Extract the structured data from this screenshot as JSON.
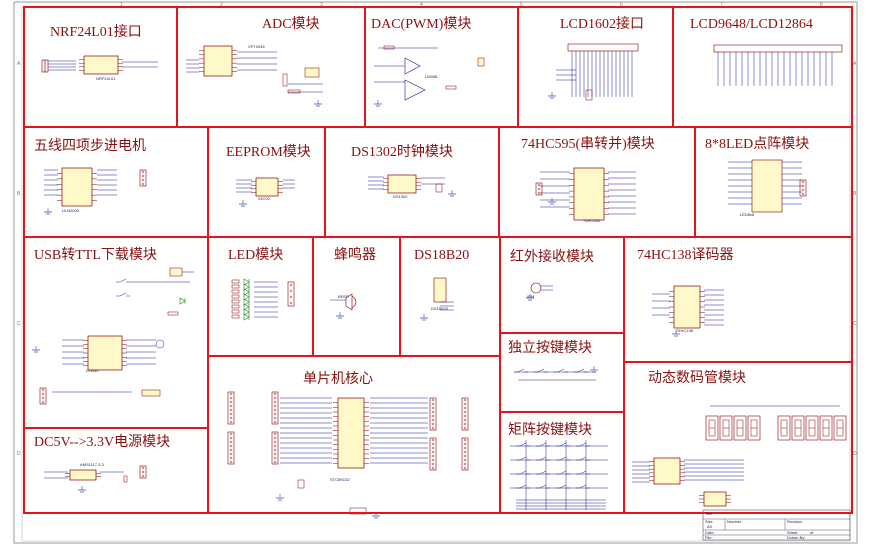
{
  "colors": {
    "frame": "#e4141c",
    "wire": "#1b1b9a",
    "part": "#8b0000",
    "body_fill": "#fff8c8",
    "led": "#1e8a2a",
    "text": "#1a1a60"
  },
  "modules": [
    {
      "id": "nrf",
      "title": "NRF24L01接口"
    },
    {
      "id": "adc",
      "title": "ADC模块"
    },
    {
      "id": "dac",
      "title": "DAC(PWM)模块"
    },
    {
      "id": "lcd1602",
      "title": "LCD1602接口"
    },
    {
      "id": "lcd9648",
      "title": "LCD9648/LCD12864"
    },
    {
      "id": "stepper",
      "title": "五线四项步进电机"
    },
    {
      "id": "eeprom",
      "title": "EEPROM模块"
    },
    {
      "id": "ds1302",
      "title": "DS1302时钟模块"
    },
    {
      "id": "hc595",
      "title": "74HC595(串转并)模块"
    },
    {
      "id": "ledmatrix",
      "title": "8*8LED点阵模块"
    },
    {
      "id": "usbttl",
      "title": "USB转TTL下载模块"
    },
    {
      "id": "led",
      "title": "LED模块"
    },
    {
      "id": "buzzer",
      "title": "蜂鸣器"
    },
    {
      "id": "ds18b20",
      "title": "DS18B20"
    },
    {
      "id": "ir",
      "title": "红外接收模块"
    },
    {
      "id": "hc138",
      "title": "74HC138译码器"
    },
    {
      "id": "keys",
      "title": "独立按键模块"
    },
    {
      "id": "mcu",
      "title": "单片机核心"
    },
    {
      "id": "matrixkey",
      "title": "矩阵按键模块"
    },
    {
      "id": "seg",
      "title": "动态数码管模块"
    },
    {
      "id": "power",
      "title": "DC5V-->3.3V电源模块"
    }
  ],
  "margin": {
    "top": [
      "1",
      "2",
      "3",
      "4",
      "5",
      "6",
      "7",
      "8"
    ],
    "side": [
      "A",
      "B",
      "C",
      "D"
    ]
  },
  "title_block": {
    "title_label": "Title",
    "size_label": "Size",
    "size_value": "A3",
    "number_label": "Number",
    "revision_label": "Revision",
    "date_label": "Date:",
    "file_label": "File:",
    "sheet_label": "Sheet",
    "of_label": "of",
    "drawn_label": "Drawn By:"
  },
  "parts": {
    "nrf": "NRF24L01",
    "adc": "XPT2046",
    "dac": "LM358",
    "ds1302": "DS1302",
    "eeprom": "24C02",
    "hc595": "74HC595",
    "hc138": "74HC138",
    "usb": "CH340",
    "mcu": "STC89C52",
    "power": "AMS1117-3.3",
    "stepper": "ULN2003",
    "ds18b20": "DS18B20",
    "ir": "IRM",
    "buzzer": "BEEP",
    "ledmatrix": "LED8x8"
  }
}
